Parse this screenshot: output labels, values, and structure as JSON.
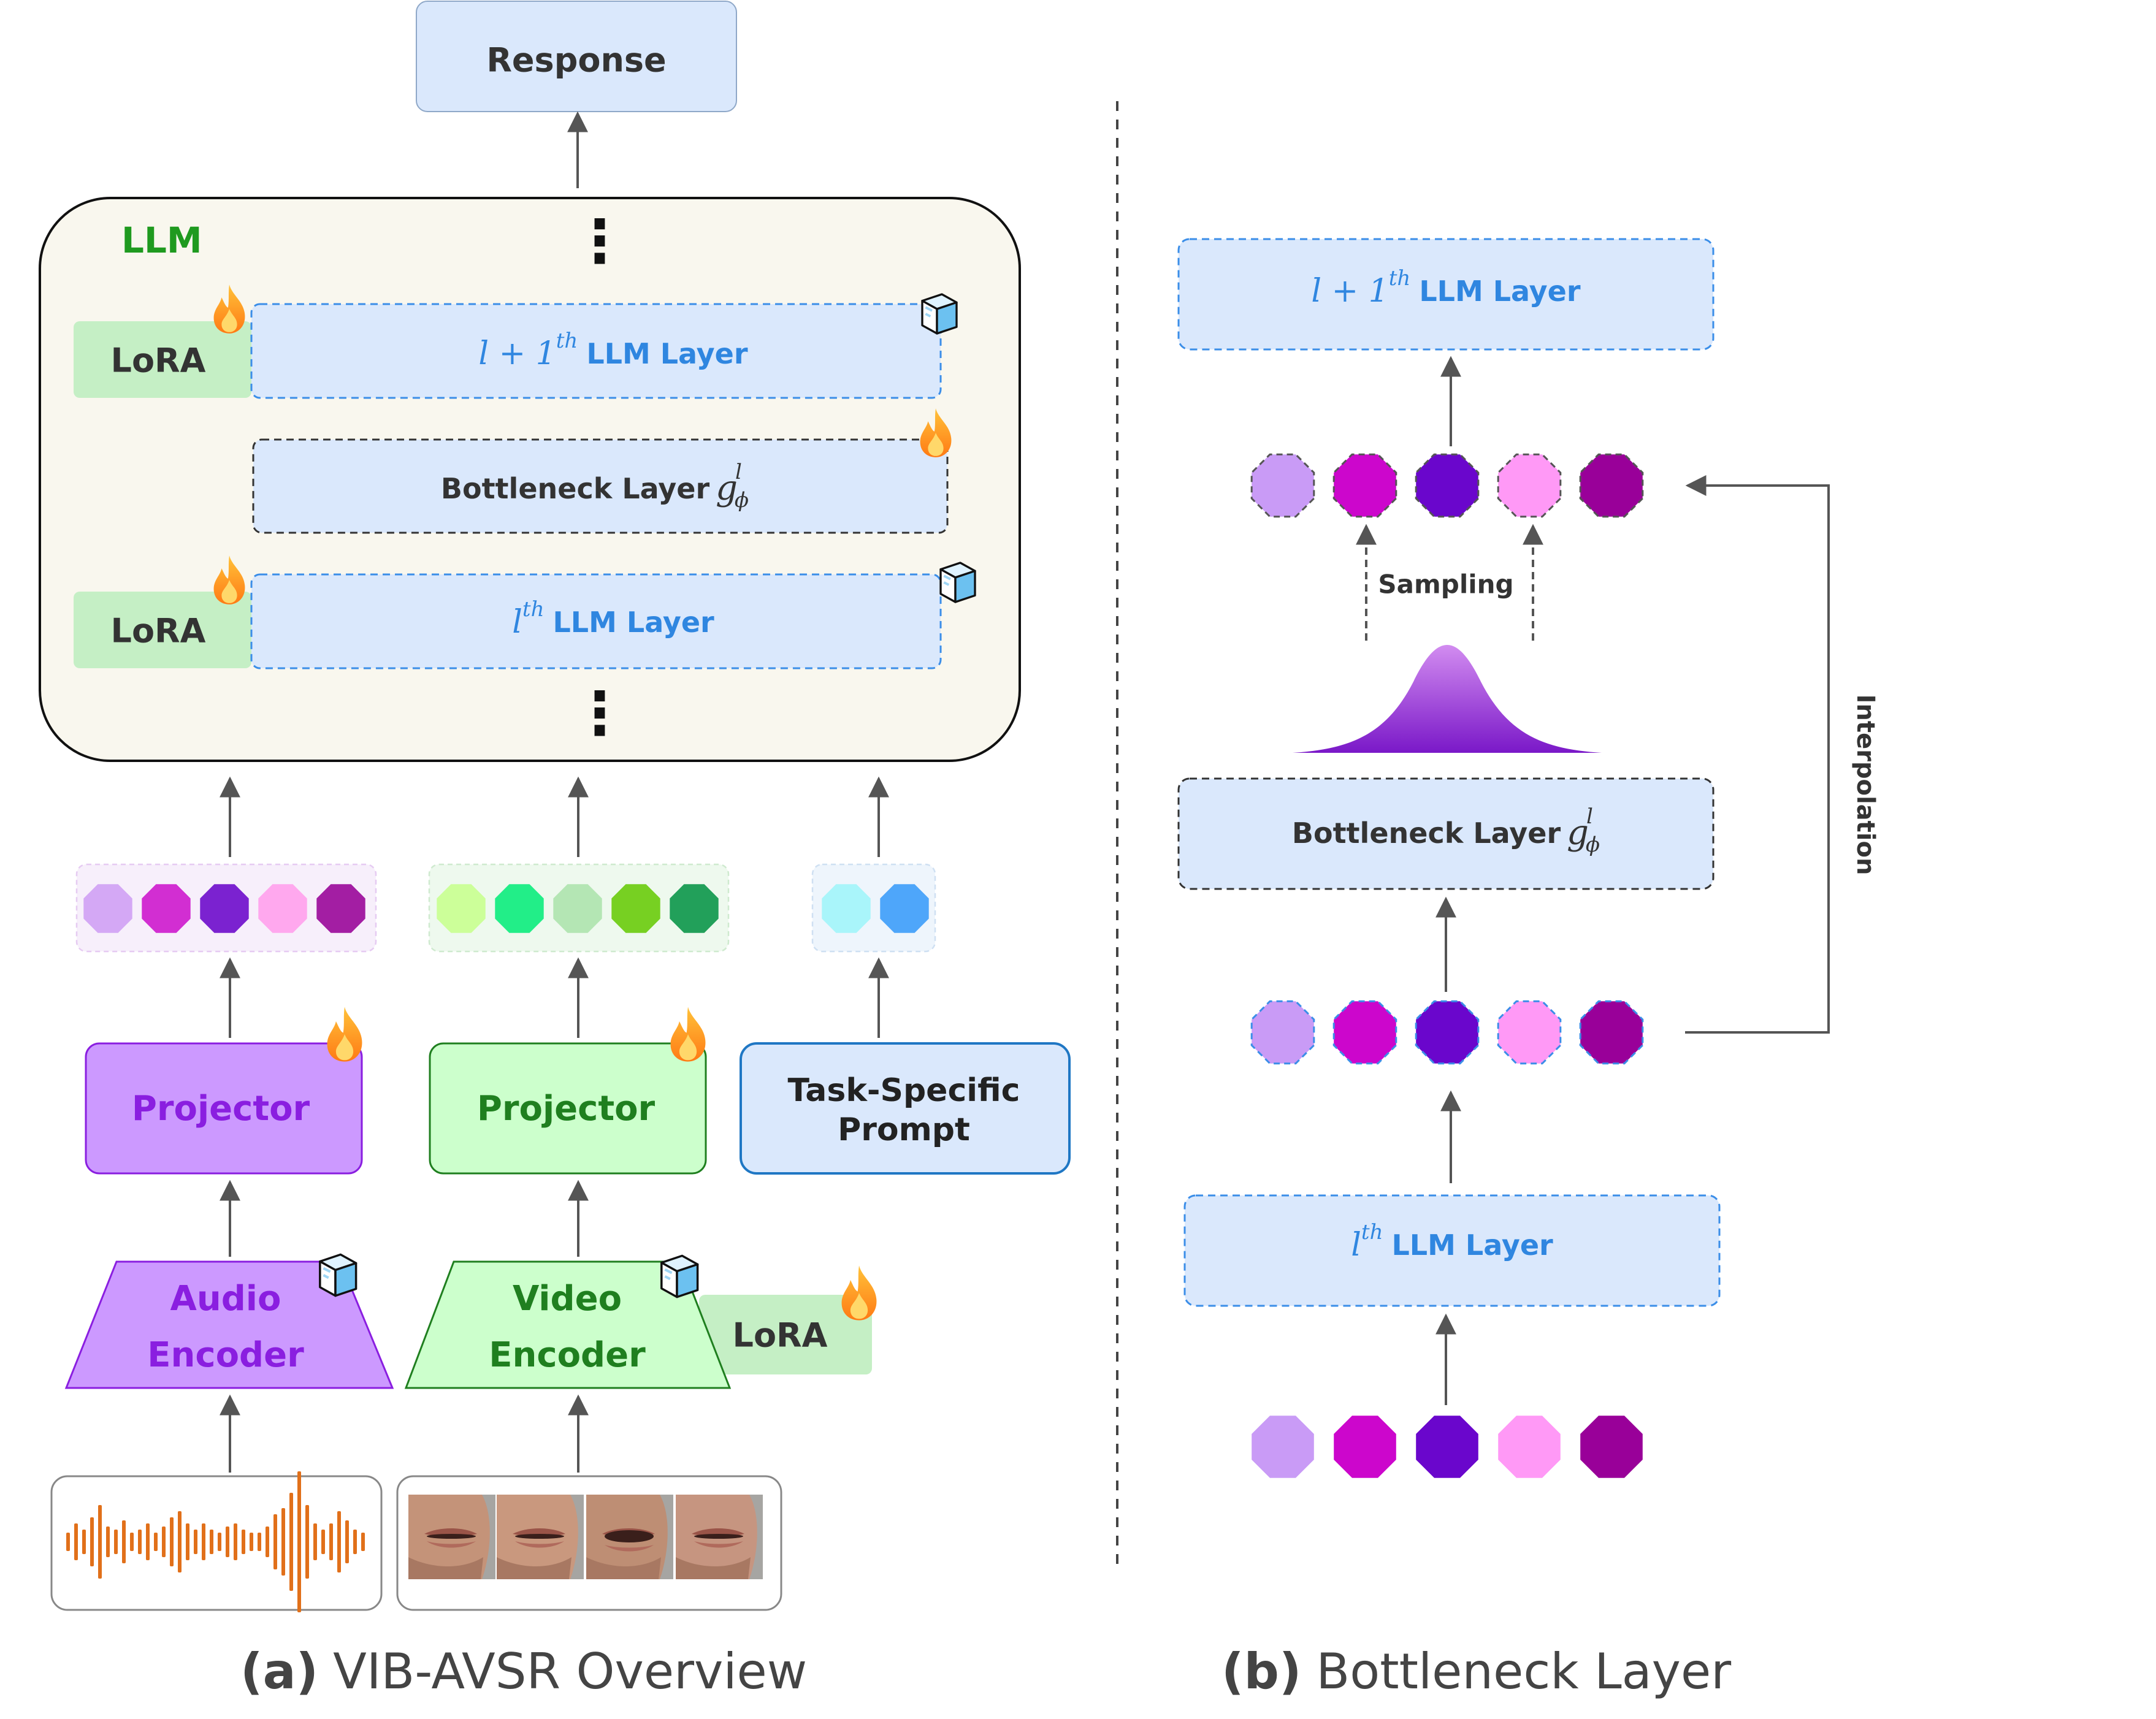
{
  "panel_a": {
    "response": "Response",
    "llm_title": "LLM",
    "ellipsis": "⋮",
    "lora": "LoRA",
    "layer_upper": {
      "math": "l + 1",
      "sup": "th",
      "text": "LLM Layer"
    },
    "bottleneck": {
      "text": "Bottleneck Layer",
      "var": "g",
      "sup": "l",
      "sub": "ϕ"
    },
    "layer_lower": {
      "math": "l",
      "sup": "th",
      "text": "LLM Layer"
    },
    "projector": "Projector",
    "task_prompt": {
      "line1": "Task-Specific",
      "line2": "Prompt"
    },
    "audio_encoder": {
      "line1": "Audio",
      "line2": "Encoder"
    },
    "video_encoder": {
      "line1": "Video",
      "line2": "Encoder"
    },
    "caption": {
      "label": "(a)",
      "text": "VIB-AVSR Overview"
    }
  },
  "panel_b": {
    "layer_upper": {
      "math": "l + 1",
      "sup": "th",
      "text": "LLM Layer"
    },
    "sampling": "Sampling",
    "bottleneck": {
      "text": "Bottleneck Layer",
      "var": "g",
      "sup": "l",
      "sub": "ϕ"
    },
    "interpolation": "Interpolation",
    "layer_lower": {
      "math": "l",
      "sup": "th",
      "text": "LLM Layer"
    },
    "caption": {
      "label": "(b)",
      "text": "Bottleneck Layer"
    }
  },
  "colors": {
    "audio_tokens": [
      "#d4a8f5",
      "#d22ed2",
      "#7b22d0",
      "#ffa8ee",
      "#a31ea3"
    ],
    "video_tokens": [
      "#ccff99",
      "#22ee88",
      "#b4e6b4",
      "#77d022",
      "#22a05a"
    ],
    "prompt_tokens": [
      "#a9f5fa",
      "#4ea6fa"
    ],
    "bottleneck_tokens": [
      "#c99bf6",
      "#cc06cc",
      "#6a06cc",
      "#ff99f6",
      "#990099"
    ],
    "layer_text": "#2f86e0",
    "llm_title": "#1f9a1f",
    "purple_text": "#8a1ee0",
    "green_text": "#1f7f1f"
  }
}
